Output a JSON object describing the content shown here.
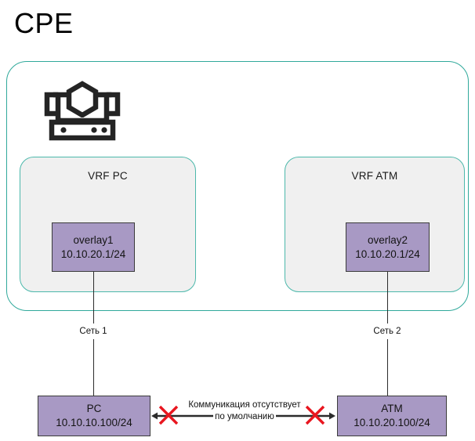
{
  "diagram": {
    "title": "CPE",
    "colors": {
      "container_border": "#30a99b",
      "vrf_border": "#4cb8ab",
      "vrf_fill": "#f0f0f0",
      "node_fill": "#a899c4",
      "node_border": "#3b3b3b",
      "link": "#2b2b2b",
      "blocked": "#e8161f",
      "text": "#111111",
      "background": "#ffffff"
    },
    "device": {
      "icon": "router-icon",
      "label": "CPE"
    },
    "vrfs": [
      {
        "id": "vrf-pc",
        "label": "VRF PC",
        "interface": {
          "name": "overlay1",
          "address": "10.10.20.1/24"
        },
        "network_label": "Сеть 1"
      },
      {
        "id": "vrf-atm",
        "label": "VRF ATM",
        "interface": {
          "name": "overlay2",
          "address": "10.10.20.1/24"
        },
        "network_label": "Сеть 2"
      }
    ],
    "endpoints": [
      {
        "id": "pc",
        "name": "PC",
        "address": "10.10.10.100/24"
      },
      {
        "id": "atm",
        "name": "ATM",
        "address": "10.10.20.100/24"
      }
    ],
    "blocked_link": {
      "caption_line1": "Коммуникация отсутствует",
      "caption_line2": "по умолчанию",
      "marker": "x-mark",
      "direction": "bidirectional"
    }
  }
}
